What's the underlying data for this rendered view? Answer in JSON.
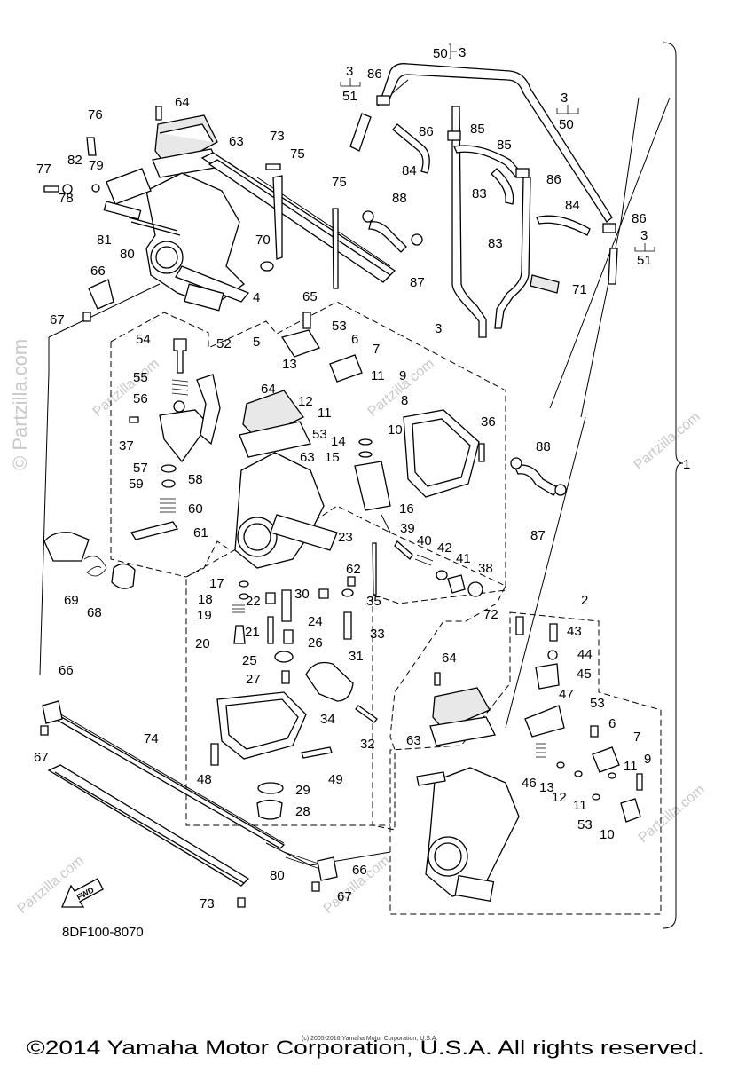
{
  "diagram_code": "8DF100-8070",
  "copyright_footer": "©2014 Yamaha Motor Corporation, U.S.A. All rights reserved.",
  "copyright_small": "(c) 2005-2016 Yamaha Motor Corporation, U.S.A.",
  "watermark_vertical": "© Partzilla.com",
  "watermark_diag": "Partzilla.com",
  "fwd_label": "FWD",
  "callouts": {
    "c1": "1",
    "c2": "2",
    "c3": "3",
    "c4": "4",
    "c5": "5",
    "c6": "6",
    "c7": "7",
    "c8": "8",
    "c9": "9",
    "c10": "10",
    "c11": "11",
    "c12": "12",
    "c13": "13",
    "c14": "14",
    "c15": "15",
    "c16": "16",
    "c17": "17",
    "c18": "18",
    "c19": "19",
    "c20": "20",
    "c21": "21",
    "c22": "22",
    "c23": "23",
    "c24": "24",
    "c25": "25",
    "c26": "26",
    "c27": "27",
    "c28": "28",
    "c29": "29",
    "c30": "30",
    "c31": "31",
    "c32": "32",
    "c33": "33",
    "c34": "34",
    "c35": "35",
    "c36": "36",
    "c37": "37",
    "c38": "38",
    "c39": "39",
    "c40": "40",
    "c41": "41",
    "c42": "42",
    "c43": "43",
    "c44": "44",
    "c45": "45",
    "c46": "46",
    "c47": "47",
    "c48": "48",
    "c49": "49",
    "c50": "50",
    "c51": "51",
    "c52": "52",
    "c53": "53",
    "c54": "54",
    "c55": "55",
    "c56": "56",
    "c57": "57",
    "c58": "58",
    "c59": "59",
    "c60": "60",
    "c61": "61",
    "c62": "62",
    "c63": "63",
    "c64": "64",
    "c65": "65",
    "c66": "66",
    "c67": "67",
    "c68": "68",
    "c69": "69",
    "c70": "70",
    "c71": "71",
    "c72": "72",
    "c73": "73",
    "c74": "74",
    "c75": "75",
    "c76": "76",
    "c77": "77",
    "c78": "78",
    "c79": "79",
    "c80": "80",
    "c81": "81",
    "c82": "82",
    "c83": "83",
    "c84": "84",
    "c85": "85",
    "c86": "86",
    "c87": "87",
    "c88": "88"
  }
}
